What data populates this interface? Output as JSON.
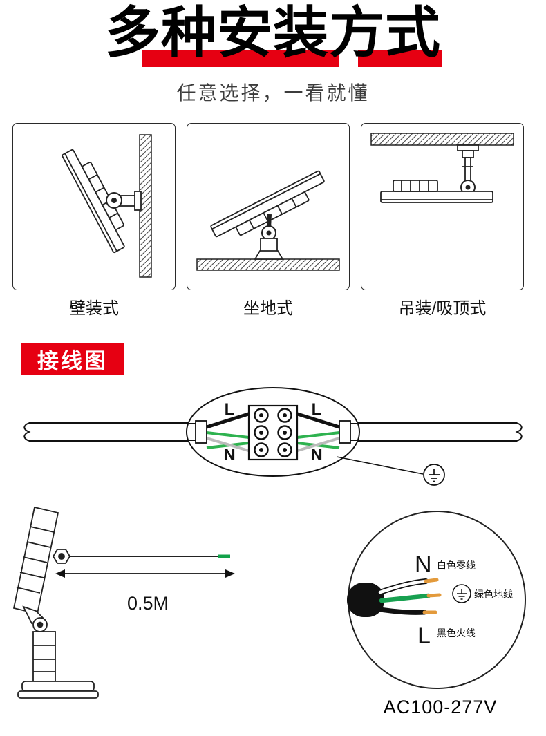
{
  "header": {
    "title": "多种安装方式",
    "subtitle": "任意选择，一看就懂"
  },
  "mounts": {
    "items": [
      {
        "label": "壁装式"
      },
      {
        "label": "坐地式"
      },
      {
        "label": "吊装/吸顶式"
      }
    ]
  },
  "wiring": {
    "section_label": "接线图",
    "terminal": {
      "l_left": "L",
      "l_right": "L",
      "n_left": "N",
      "n_right": "N"
    }
  },
  "dimension": {
    "cable_length": "0.5M"
  },
  "cable_detail": {
    "neutral_letter": "N",
    "neutral_desc": "白色零线",
    "ground_desc": "绿色地线",
    "live_letter": "L",
    "live_desc": "黑色火线",
    "voltage": "AC100-277V"
  },
  "colors": {
    "accent_red": "#e60012",
    "wire_green": "#17a050",
    "copper_tip": "#e39a3b",
    "ink": "#111111"
  }
}
